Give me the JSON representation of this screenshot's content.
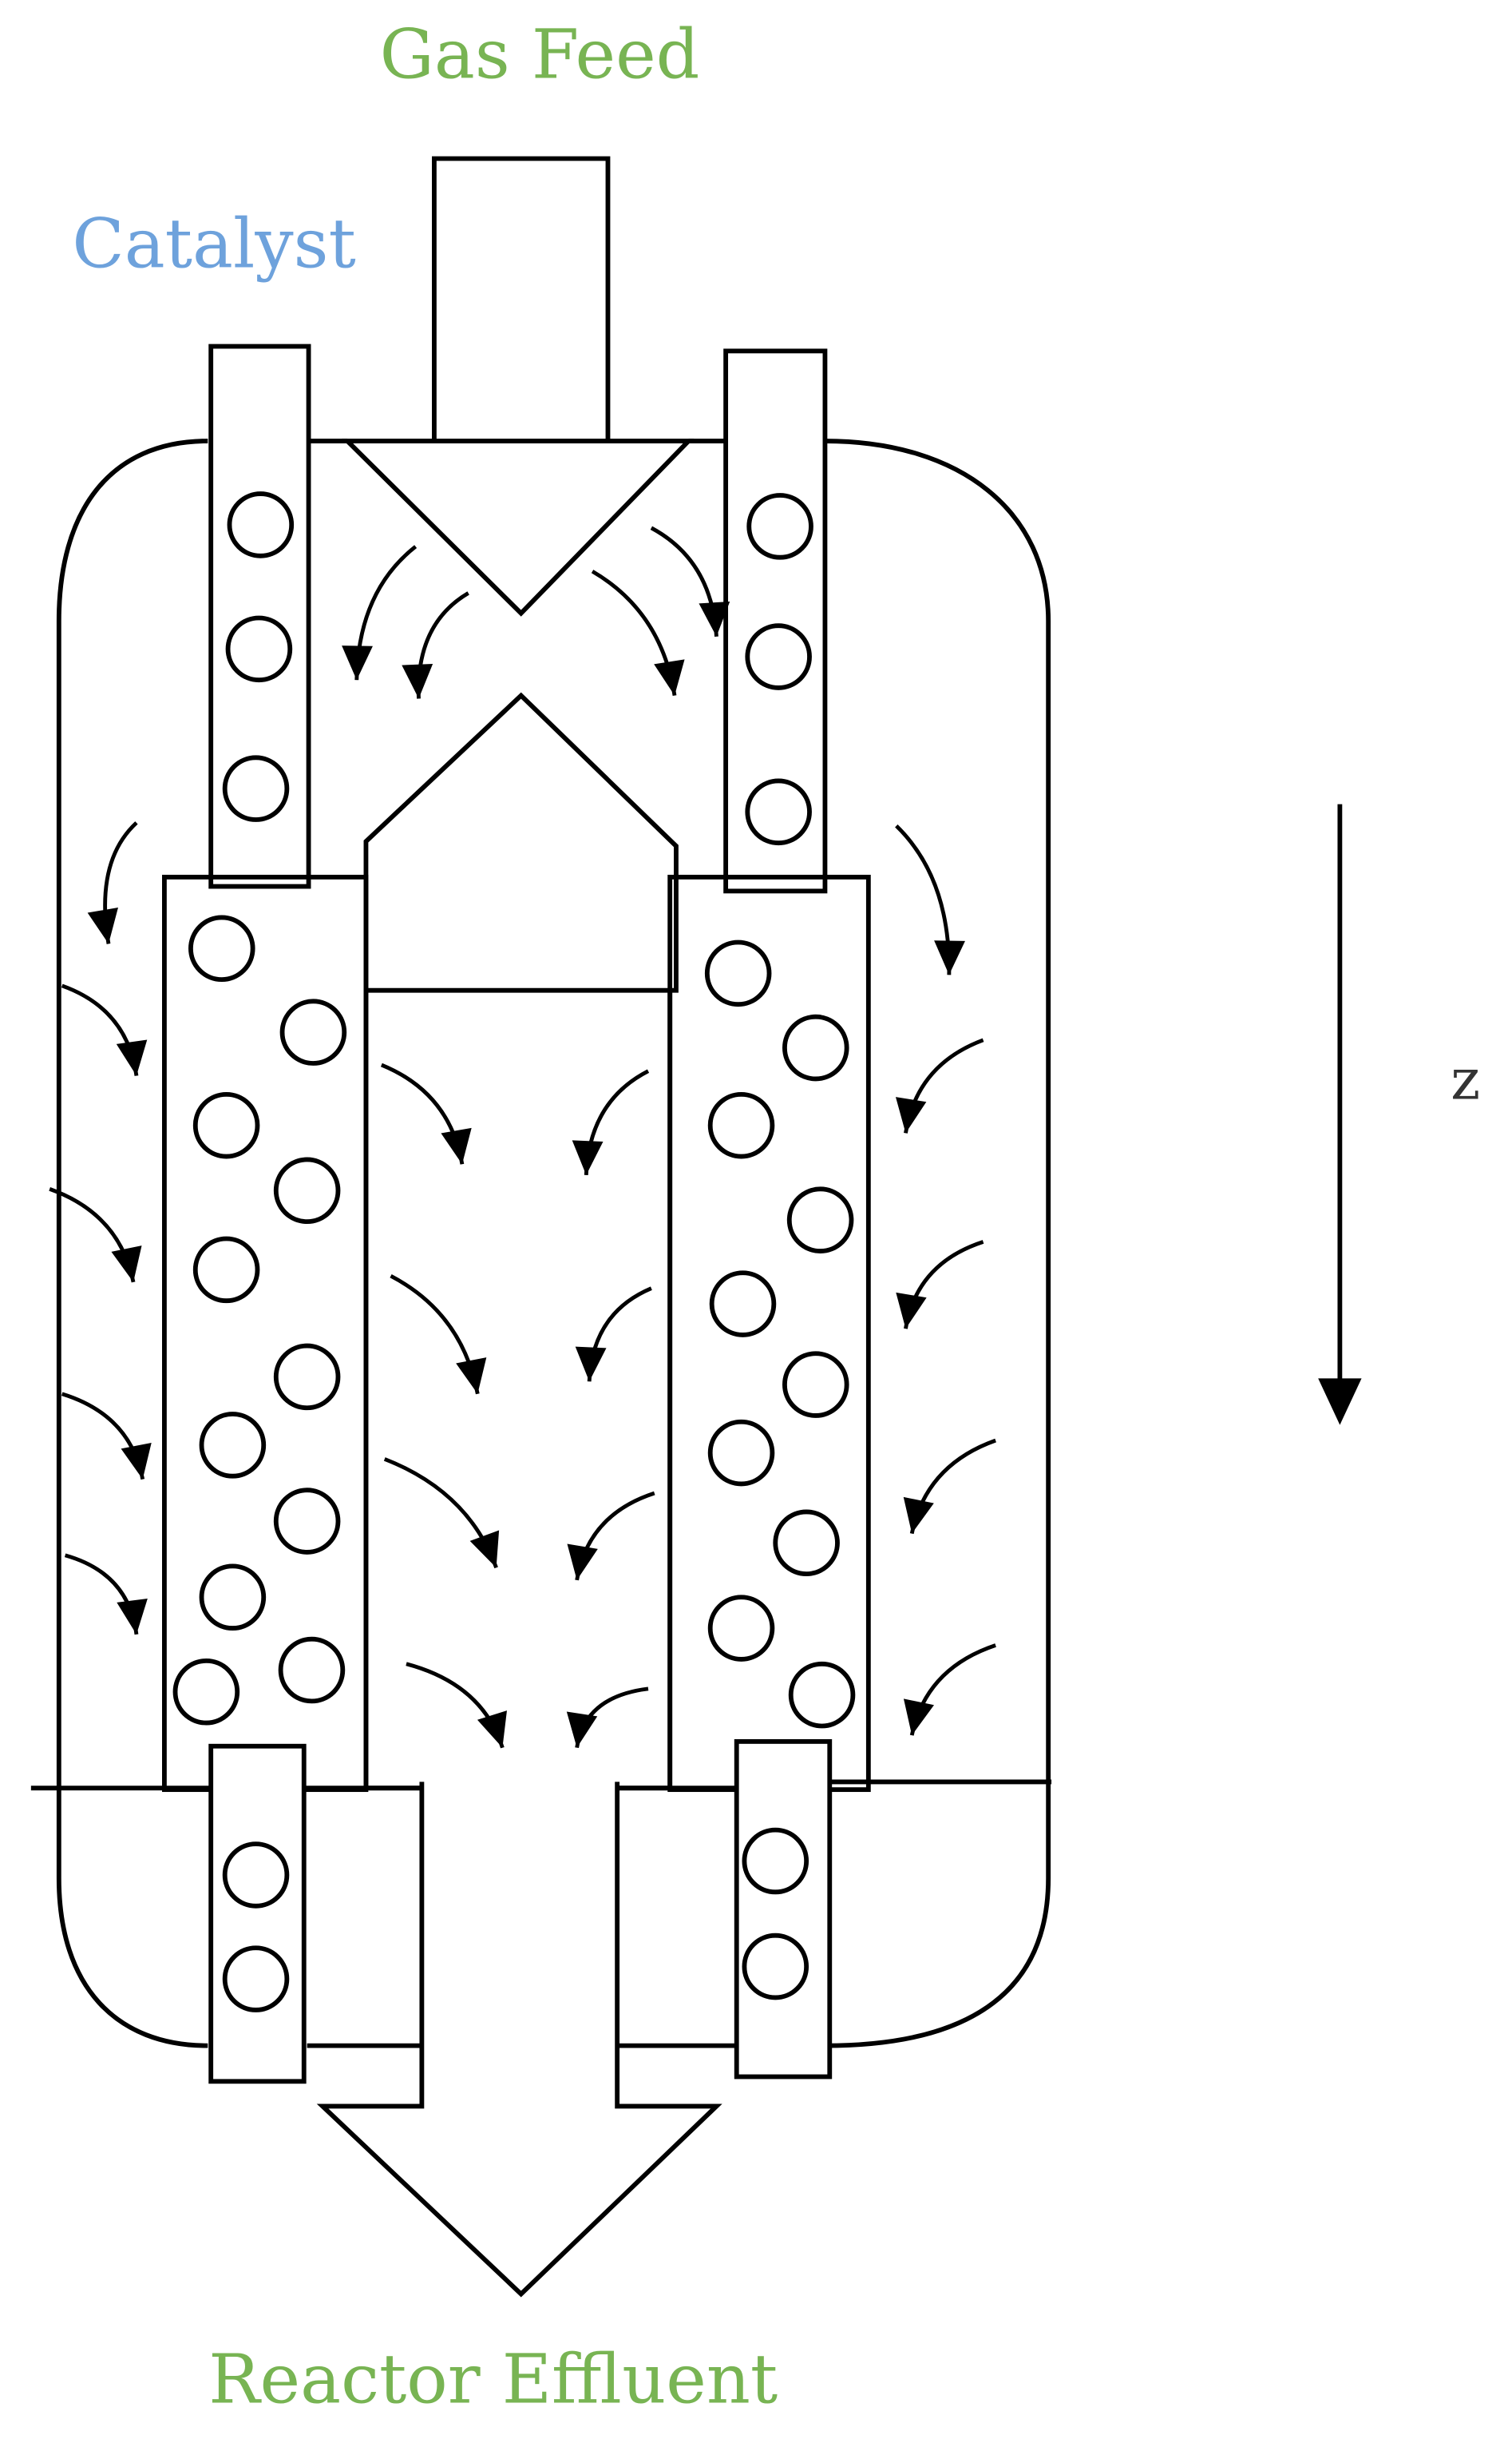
{
  "labels": {
    "gas_feed": "Gas Feed",
    "catalyst": "Catalyst",
    "axis": "z",
    "effluent": "Reactor Effluent"
  },
  "colors": {
    "gas_feed": "#78b453",
    "catalyst": "#6ea2dc",
    "effluent": "#78b453",
    "axis_label": "#333333",
    "stroke": "#000000"
  }
}
